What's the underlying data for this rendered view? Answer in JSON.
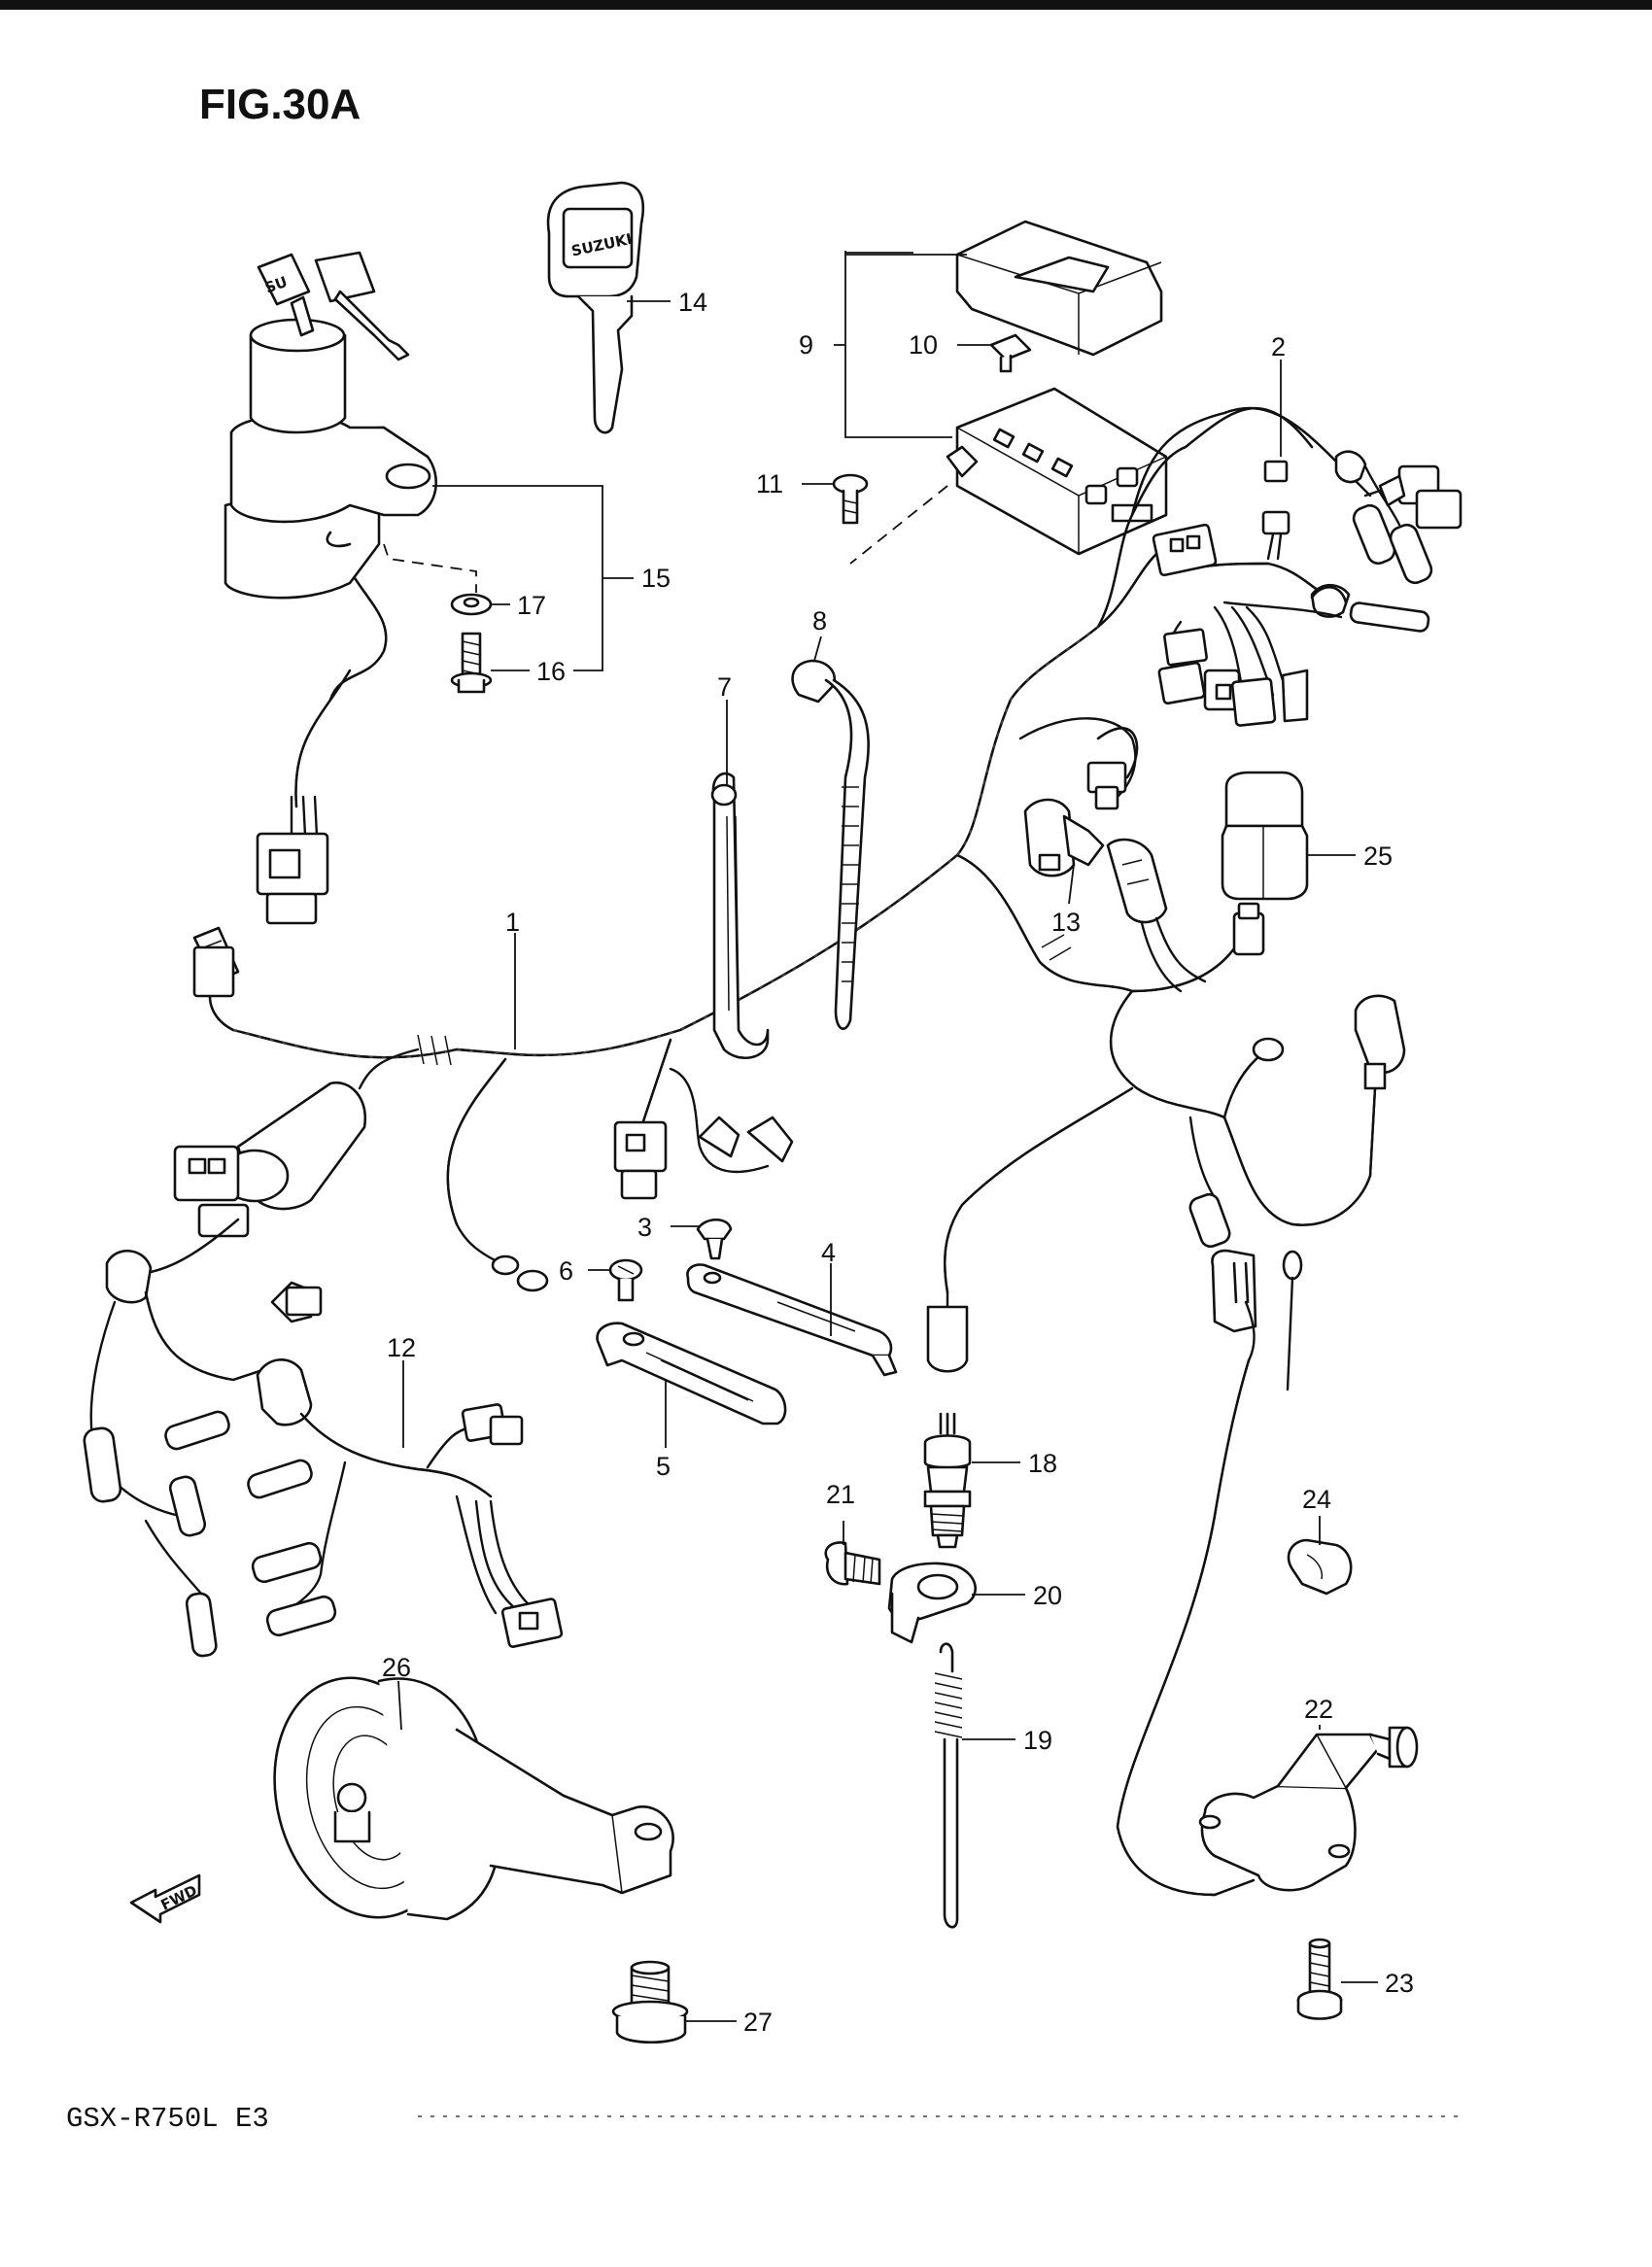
{
  "figure": {
    "title": "FIG.30A",
    "model": "GSX-R750L  E3",
    "fwd_label": "FWD",
    "key_brand": "SUZUKI"
  },
  "callouts": [
    {
      "id": "p1",
      "num": "1"
    },
    {
      "id": "p2",
      "num": "2"
    },
    {
      "id": "p3",
      "num": "3"
    },
    {
      "id": "p4",
      "num": "4"
    },
    {
      "id": "p5",
      "num": "5"
    },
    {
      "id": "p6",
      "num": "6"
    },
    {
      "id": "p7",
      "num": "7"
    },
    {
      "id": "p8",
      "num": "8"
    },
    {
      "id": "p9",
      "num": "9"
    },
    {
      "id": "p10",
      "num": "10"
    },
    {
      "id": "p11",
      "num": "11"
    },
    {
      "id": "p12",
      "num": "12"
    },
    {
      "id": "p13",
      "num": "13"
    },
    {
      "id": "p14",
      "num": "14"
    },
    {
      "id": "p15",
      "num": "15"
    },
    {
      "id": "p16",
      "num": "16"
    },
    {
      "id": "p17",
      "num": "17"
    },
    {
      "id": "p18",
      "num": "18"
    },
    {
      "id": "p19",
      "num": "19"
    },
    {
      "id": "p20",
      "num": "20"
    },
    {
      "id": "p21",
      "num": "21"
    },
    {
      "id": "p22",
      "num": "22"
    },
    {
      "id": "p23",
      "num": "23"
    },
    {
      "id": "p24",
      "num": "24"
    },
    {
      "id": "p25",
      "num": "25"
    },
    {
      "id": "p26",
      "num": "26"
    },
    {
      "id": "p27",
      "num": "27"
    }
  ]
}
